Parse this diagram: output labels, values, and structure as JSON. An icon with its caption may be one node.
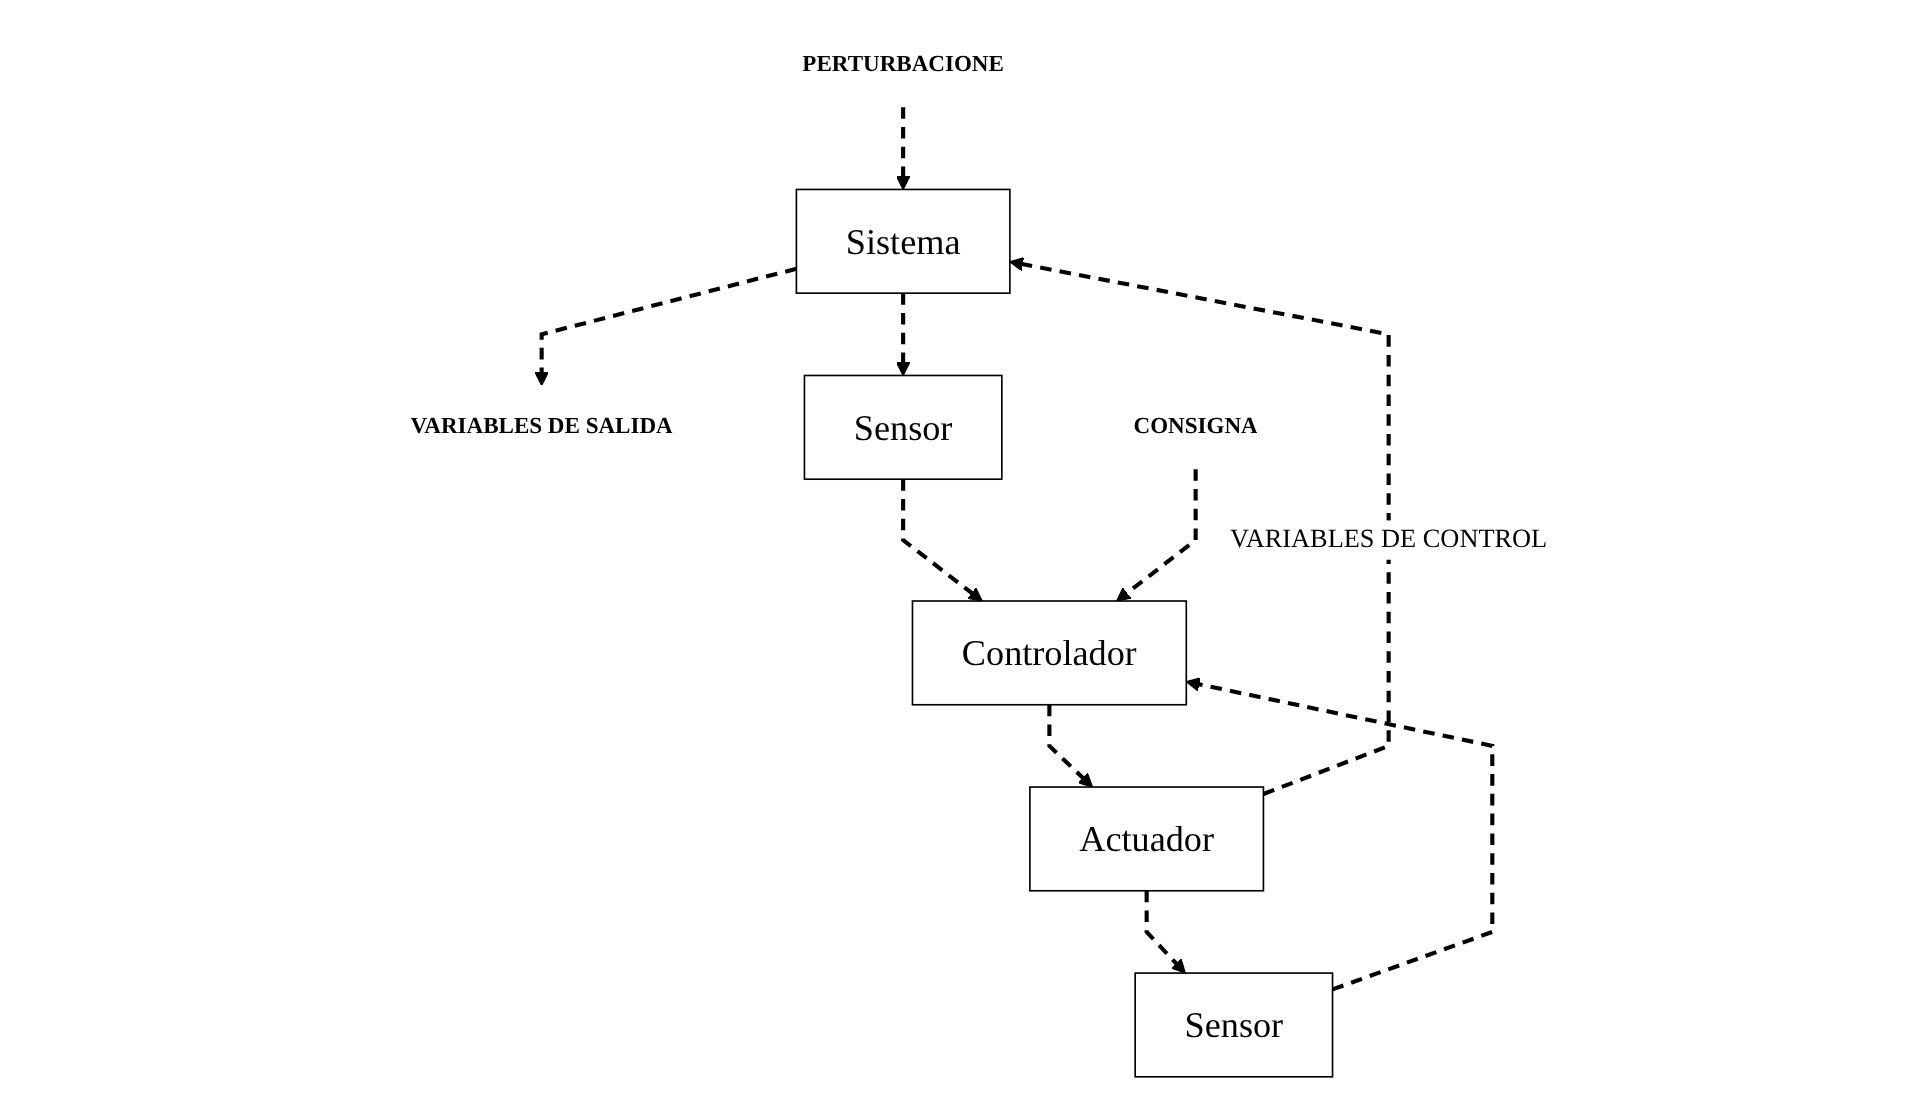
{
  "diagram": {
    "nodes": [
      {
        "text": [
          "PERTURBACIONE"
        ]
      },
      {
        "text": [
          "Sistema"
        ]
      },
      {
        "text": [
          "VARIABLES DE SALIDA"
        ]
      },
      {
        "text": [
          "Actuador"
        ]
      },
      {
        "text": [
          "Sensor"
        ]
      },
      {
        "text": [
          "Sensor"
        ]
      },
      {
        "text": [
          "Controlador"
        ]
      },
      {
        "text": [
          "CONSIGNA"
        ]
      }
    ],
    "edges": [
      {
        "from": 0,
        "to": 1,
        "arrow": "to",
        "style": "dashed"
      },
      {
        "from": 3,
        "to": 1,
        "arrow": "to",
        "style": "dashed",
        "label": "VARIABLES DE CONTROL"
      },
      {
        "from": 3,
        "to": 4,
        "arrow": "to",
        "style": "dashed"
      },
      {
        "from": 1,
        "to": 2,
        "arrow": "to",
        "style": "dashed"
      },
      {
        "from": 1,
        "to": 5,
        "arrow": "to",
        "style": "dashed"
      },
      {
        "from": 4,
        "to": 6,
        "arrow": "to",
        "style": "dashed"
      },
      {
        "from": 5,
        "to": 6,
        "arrow": "to",
        "style": "dashed"
      },
      {
        "from": 6,
        "to": 3,
        "arrow": "to",
        "style": "dashed"
      },
      {
        "from": 7,
        "to": 6,
        "arrow": "to",
        "style": "dashed"
      }
    ]
  }
}
